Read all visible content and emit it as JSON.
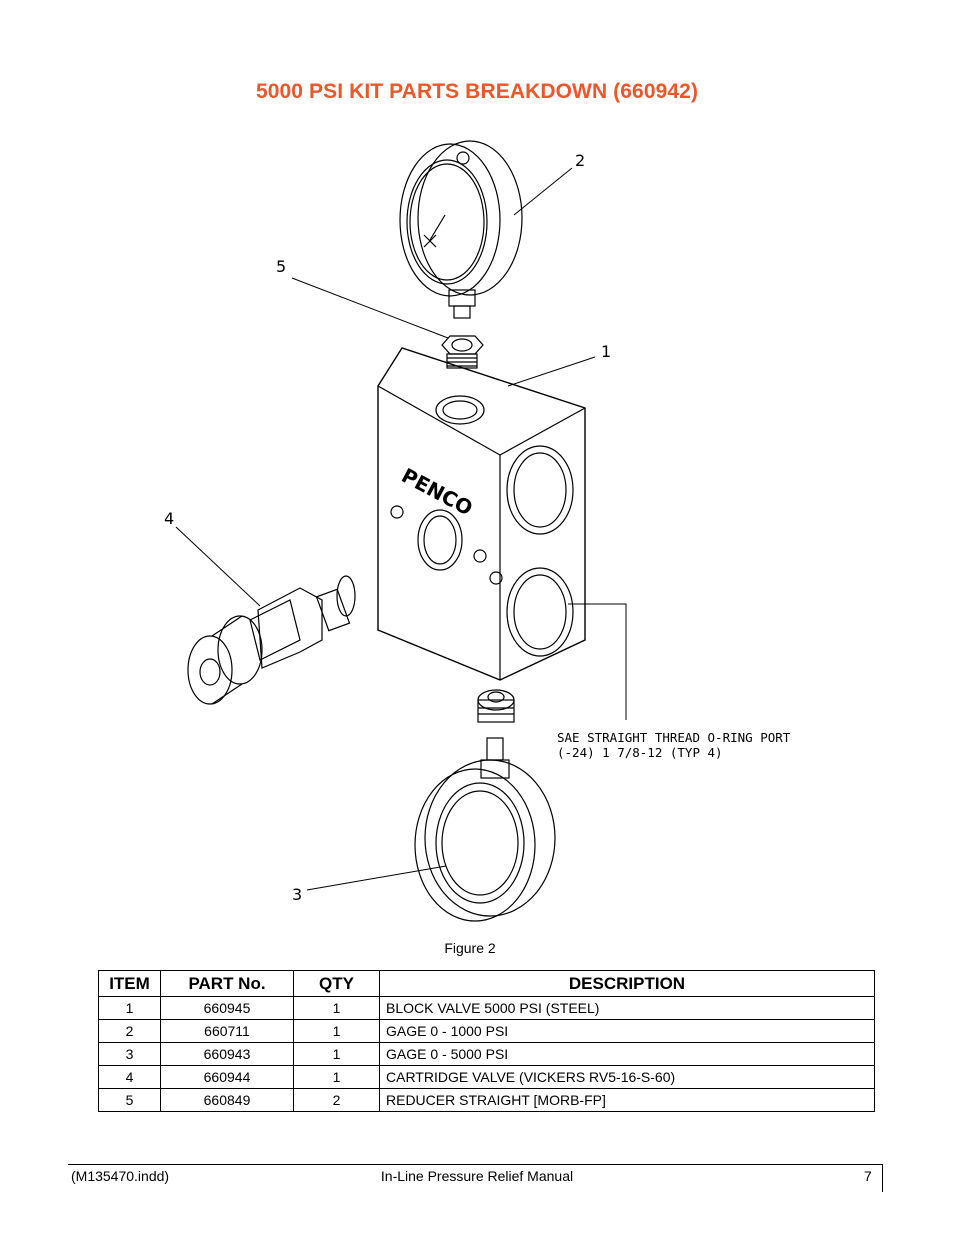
{
  "page_title": "5000 PSI KIT PARTS BREAKDOWN (660942)",
  "figure": {
    "caption": "Figure 2",
    "callouts": [
      "1",
      "2",
      "3",
      "4",
      "5"
    ],
    "note_lines": [
      "SAE STRAIGHT THREAD O-RING PORT",
      "(-24) 1 7/8-12 (TYP 4)"
    ],
    "logo_text": "PENCO"
  },
  "table": {
    "headers": [
      "ITEM",
      "PART No.",
      "QTY",
      "DESCRIPTION"
    ],
    "rows": [
      [
        "1",
        "660945",
        "1",
        "BLOCK VALVE 5000 PSI (STEEL)"
      ],
      [
        "2",
        "660711",
        "1",
        "GAGE 0 - 1000 PSI"
      ],
      [
        "3",
        "660943",
        "1",
        "GAGE 0 - 5000 PSI"
      ],
      [
        "4",
        "660944",
        "1",
        "CARTRIDGE VALVE (VICKERS RV5-16-S-60)"
      ],
      [
        "5",
        "660849",
        "2",
        "REDUCER STRAIGHT [MORB-FP]"
      ]
    ]
  },
  "footer": {
    "left": "(M135470.indd)",
    "center": "In-Line Pressure Relief Manual",
    "page": "7"
  }
}
